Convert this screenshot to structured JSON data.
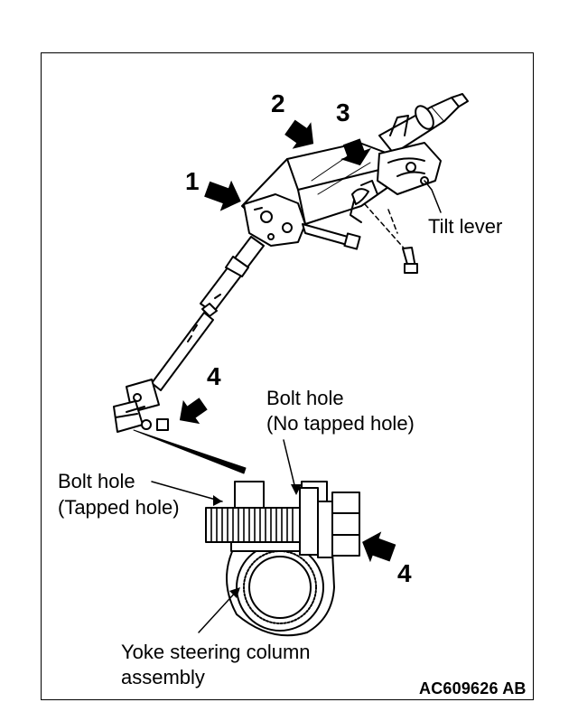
{
  "callouts": {
    "c1": "1",
    "c2": "2",
    "c3": "3",
    "c4_upper": "4",
    "c4_lower": "4"
  },
  "labels": {
    "tilt_lever": "Tilt lever",
    "bolt_hole_no_tap_line1": "Bolt hole",
    "bolt_hole_no_tap_line2": "(No tapped hole)",
    "bolt_hole_tapped_line1": "Bolt hole",
    "bolt_hole_tapped_line2": "(Tapped hole)",
    "yoke_line1": "Yoke steering column",
    "yoke_line2": "assembly"
  },
  "figure_code": "AC609626 AB"
}
